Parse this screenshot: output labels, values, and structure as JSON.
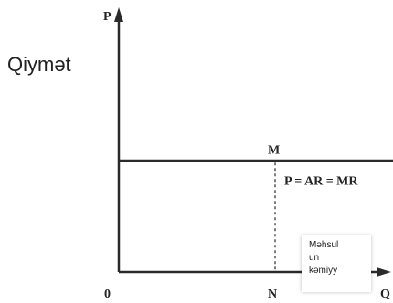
{
  "side_label": "Qiymət",
  "note_lines": [
    "Məhsul",
    "un",
    "kəmiyy"
  ],
  "chart_data": {
    "type": "line",
    "xlabel": "Q",
    "ylabel": "P",
    "origin_label": "0",
    "series": [
      {
        "name": "P = AR = MR",
        "x": [
          0,
          10
        ],
        "y": [
          1,
          1
        ]
      }
    ],
    "xlim": [
      0,
      10
    ],
    "ylim": [
      0,
      2.35
    ],
    "points": [
      {
        "label": "M",
        "x": 5.7,
        "y": 1
      }
    ],
    "drop_foot_label": "N",
    "colors": {
      "line": "#2a2a2a",
      "axis": "#2a2a2a"
    }
  }
}
